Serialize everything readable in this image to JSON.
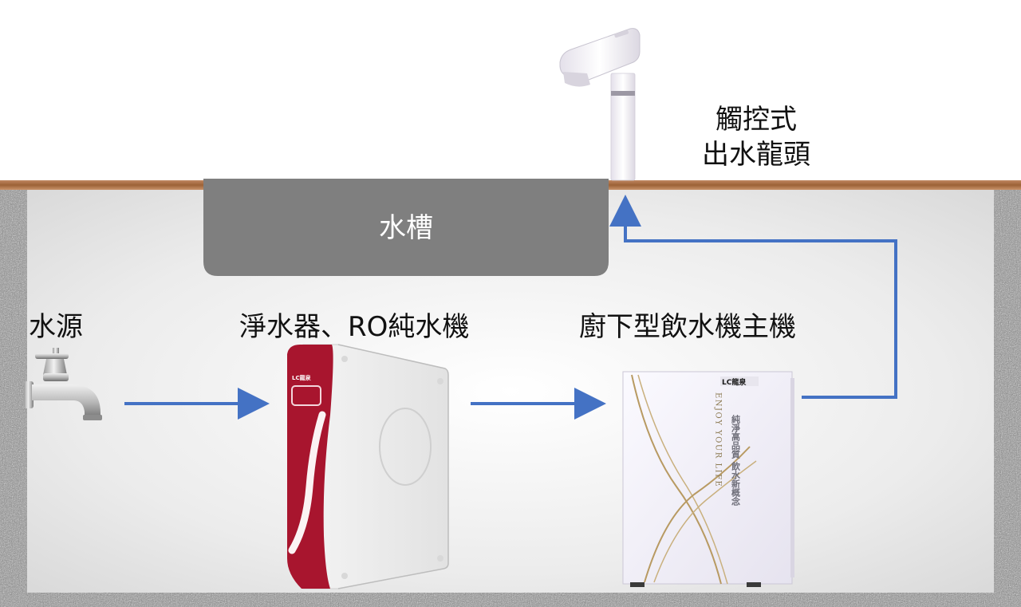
{
  "labels": {
    "water_source": "水源",
    "purifier": "淨水器、RO純水機",
    "main_unit": "廚下型飲水機主機",
    "faucet_line1": "觸控式",
    "faucet_line2": "出水龍頭",
    "sink": "水槽"
  },
  "device_text": {
    "purifier_brand": "LC龍泉",
    "unit_brand": "LC龍泉",
    "unit_slogan_en": "ENJOY YOUR LIFE",
    "unit_slogan_zh": "純淨高品質 飲水新概念"
  },
  "colors": {
    "arrow": "#4472c4",
    "counter": "#a0683c",
    "sink": "#7f7f7f",
    "purifier_accent": "#a8152e",
    "unit_gold": "#b89a62"
  }
}
